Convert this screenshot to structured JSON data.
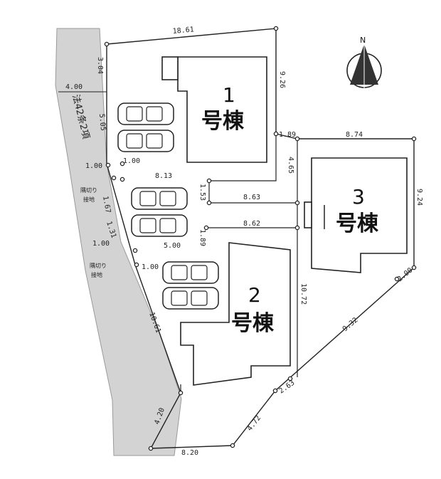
{
  "plan": {
    "buildings": [
      {
        "id": "1",
        "number": "1",
        "label": "号棟"
      },
      {
        "id": "2",
        "number": "2",
        "label": "号棟"
      },
      {
        "id": "3",
        "number": "3",
        "label": "号棟"
      }
    ],
    "road": {
      "label": "法42条2項",
      "width": "4.00"
    },
    "north_label": "N",
    "annotations": {
      "corner_cut_upper": [
        "隅切り",
        "接地"
      ],
      "corner_cut_lower": [
        "隅切り",
        "接地"
      ]
    },
    "dimensions": {
      "top_edge": "18.61",
      "left_upper": "3.04",
      "left_side": "5.05",
      "lot1_right": "9.26",
      "lot1_step": "1.89",
      "lot3_top": "8.74",
      "lot3_right": "9.24",
      "lot3_left": "4.65",
      "drive_upper": "8.13",
      "drive_upper_short": "1.53",
      "sep_upper": "8.63",
      "sep_lower": "8.62",
      "drive_lower_short": "1.89",
      "cut_upper_a": "1.00",
      "cut_upper_b": "1.00",
      "cut_side_a": "1.67",
      "cut_side_b": "1.31",
      "cut_lower_a": "1.00",
      "cut_lower_b": "1.00",
      "drive_lower": "5.00",
      "lot2_right": "10.72",
      "diag_upper": "2.00",
      "diag_main": "9.32",
      "diag_lower": "2.63",
      "diag_bottom": "4.72",
      "left_long": "10.61",
      "left_bottom": "4.20",
      "bottom_edge": "8.20"
    },
    "cars": [
      {
        "id": "car-1"
      },
      {
        "id": "car-2"
      },
      {
        "id": "car-3"
      },
      {
        "id": "car-4"
      },
      {
        "id": "car-5"
      },
      {
        "id": "car-6"
      }
    ]
  }
}
